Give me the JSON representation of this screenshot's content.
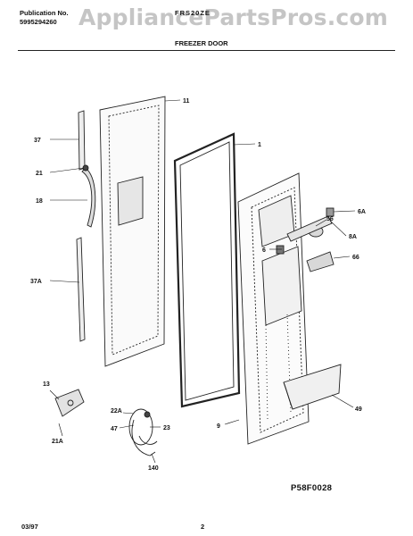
{
  "header": {
    "publication_label": "Publication No.",
    "publication_number": "5995294260",
    "model": "FRS20ZE",
    "section_title": "FREEZER DOOR"
  },
  "watermark": "AppliancePartsPros.com",
  "callouts": [
    "11",
    "1",
    "37",
    "21",
    "18",
    "37A",
    "13",
    "21A",
    "22A",
    "47",
    "23",
    "140",
    "9",
    "56",
    "6A",
    "6",
    "8A",
    "66",
    "49"
  ],
  "diagram_code": "P58F0028",
  "footer": {
    "date": "03/97",
    "page": "2"
  }
}
